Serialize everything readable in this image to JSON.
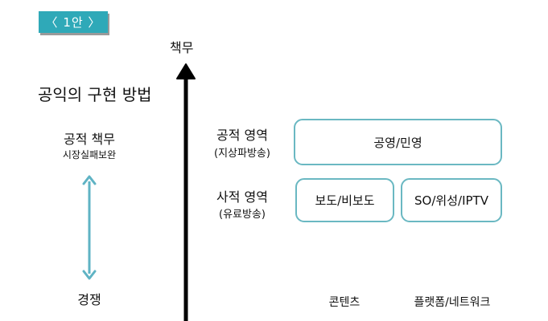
{
  "badge": {
    "label": "〈 1안 〉"
  },
  "axis": {
    "label": "책무"
  },
  "title": "공익의 구현 방법",
  "spectrum": {
    "top_label": "공적 책무",
    "top_sub": "시장실패보완",
    "bottom_label": "경쟁"
  },
  "rows": [
    {
      "label": "공적 영역",
      "sub": "(지상파방송)"
    },
    {
      "label": "사적 영역",
      "sub": "(유료방송)"
    }
  ],
  "boxes": {
    "public": "공영/민영",
    "private_content": "보도/비보도",
    "private_platform": "SO/위성/IPTV"
  },
  "columns": {
    "content": "콘텐츠",
    "platform": "플랫폼/네트워크"
  },
  "colors": {
    "badge": "#2fa9b8",
    "box_border": "#6ab8c2",
    "arrow_teal": "#5fb3c4",
    "axis": "#000000"
  }
}
